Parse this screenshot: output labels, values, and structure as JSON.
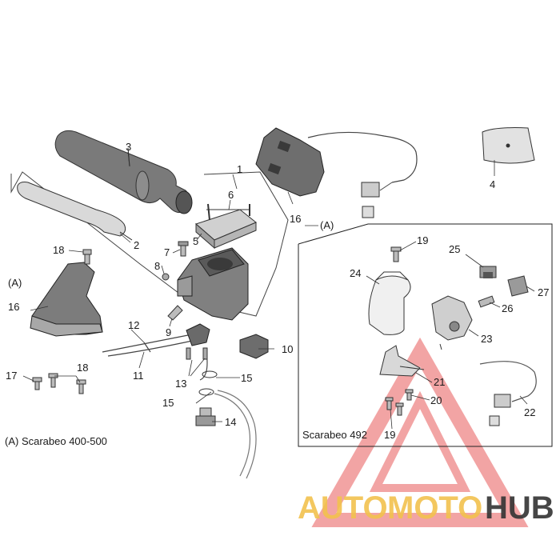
{
  "labels": {
    "p1": "1",
    "p2": "2",
    "p3": "3",
    "p4": "4",
    "p5": "5",
    "p6": "6",
    "p7": "7",
    "p8": "8",
    "p9": "9",
    "p10": "10",
    "p11": "11",
    "p12": "12",
    "p13": "13",
    "p14": "14",
    "p15a": "15",
    "p15b": "15",
    "p16a": "16",
    "p16a_tag": "(A)",
    "p16b": "16",
    "p16b_tag": "(A)",
    "p17": "17",
    "p18a": "18",
    "p18b": "18",
    "p19a": "19",
    "p19b": "19",
    "p20": "20",
    "p21": "21",
    "p22": "22",
    "p23": "23",
    "p24": "24",
    "p25": "25",
    "p26": "26",
    "p27": "27"
  },
  "captions": {
    "variant_a": "(A) Scarabeo 400-500",
    "inset": "Scarabeo 492"
  },
  "watermark": {
    "text_auto": "AUTO",
    "text_moto": "MOTO",
    "text_hub": "HUB",
    "color_auto": "#f2c14e",
    "color_moto": "#f2c14e",
    "color_hub": "#333333",
    "triangle_color": "#e85a5a"
  }
}
